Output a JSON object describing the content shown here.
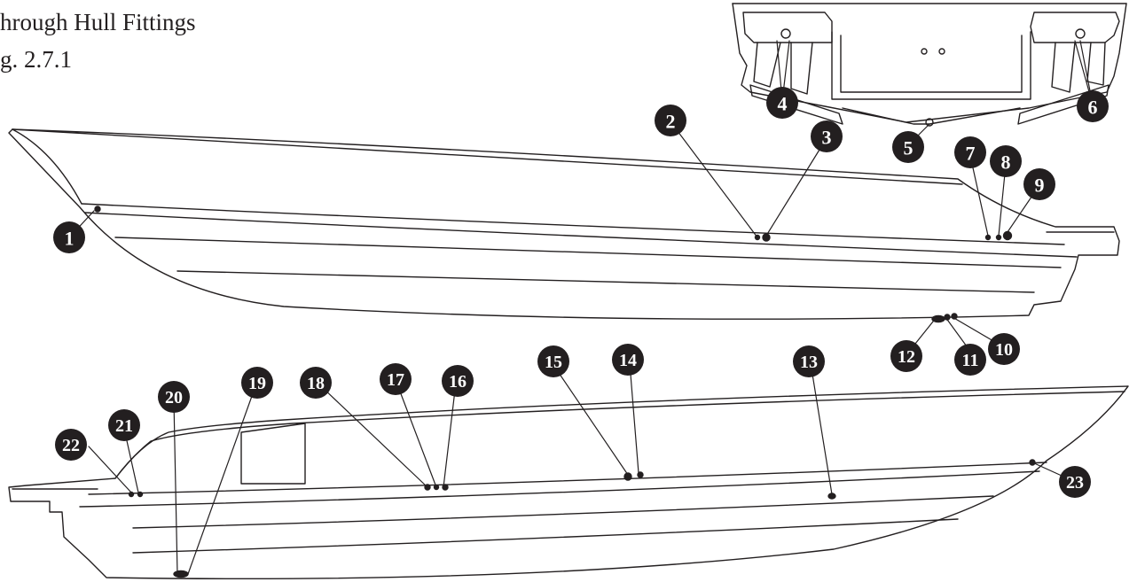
{
  "figure": {
    "title_line1": "hrough Hull Fittings",
    "title_line2": "g. 2.7.1"
  },
  "colors": {
    "ink": "#231f20",
    "paper": "#ffffff"
  },
  "callouts": [
    {
      "id": "1",
      "label": "1"
    },
    {
      "id": "2",
      "label": "2"
    },
    {
      "id": "3",
      "label": "3"
    },
    {
      "id": "4",
      "label": "4"
    },
    {
      "id": "5",
      "label": "5"
    },
    {
      "id": "6",
      "label": "6"
    },
    {
      "id": "7",
      "label": "7"
    },
    {
      "id": "8",
      "label": "8"
    },
    {
      "id": "9",
      "label": "9"
    },
    {
      "id": "10",
      "label": "10"
    },
    {
      "id": "11",
      "label": "11"
    },
    {
      "id": "12",
      "label": "12"
    },
    {
      "id": "13",
      "label": "13"
    },
    {
      "id": "14",
      "label": "14"
    },
    {
      "id": "15",
      "label": "15"
    },
    {
      "id": "16",
      "label": "16"
    },
    {
      "id": "17",
      "label": "17"
    },
    {
      "id": "18",
      "label": "18"
    },
    {
      "id": "19",
      "label": "19"
    },
    {
      "id": "20",
      "label": "20"
    },
    {
      "id": "21",
      "label": "21"
    },
    {
      "id": "22",
      "label": "22"
    },
    {
      "id": "23",
      "label": "23"
    }
  ]
}
